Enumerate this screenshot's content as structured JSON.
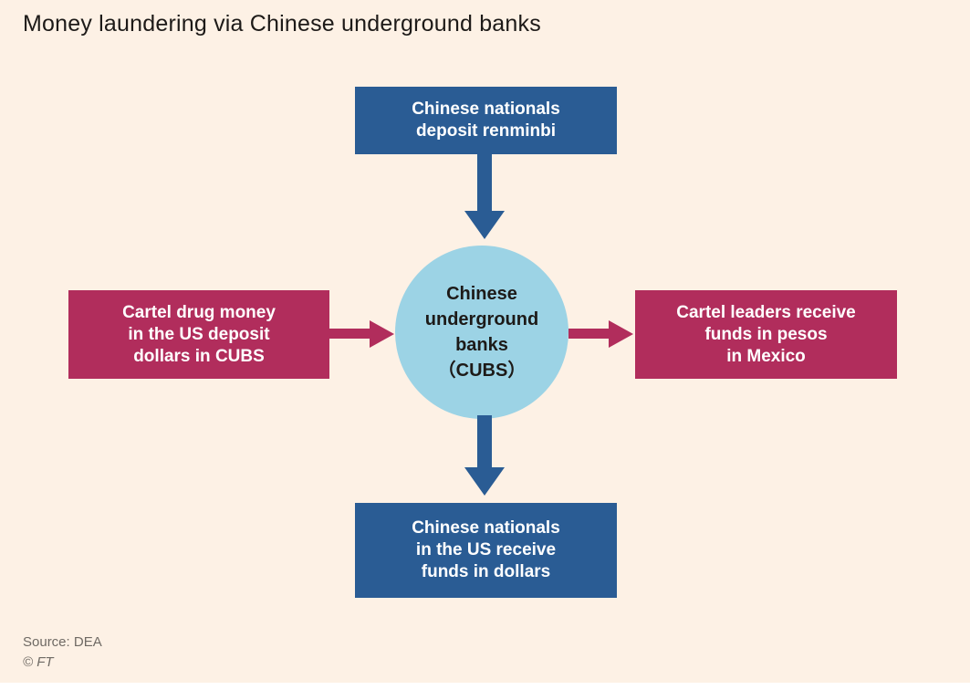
{
  "title": "Money laundering via Chinese underground banks",
  "diagram": {
    "top_box": {
      "text": "Chinese nationals\ndeposit renminbi"
    },
    "left_box": {
      "text": "Cartel drug money\nin the US deposit\ndollars in CUBS"
    },
    "center_circle": {
      "text": "Chinese\nunderground\nbanks\n（CUBS）"
    },
    "right_box": {
      "text": "Cartel leaders receive\nfunds in pesos\nin Mexico"
    },
    "bottom_box": {
      "text": "Chinese nationals\nin the US receive\nfunds in dollars"
    }
  },
  "colors": {
    "background": "#FDF1E5",
    "blue": "#2A5C94",
    "magenta": "#B12D5C",
    "light_blue": "#9CD3E5",
    "text_dark": "#1D1A18",
    "footer_gray": "#6F6A64"
  },
  "footer": {
    "source": "Source: DEA",
    "copyright": "© FT"
  }
}
